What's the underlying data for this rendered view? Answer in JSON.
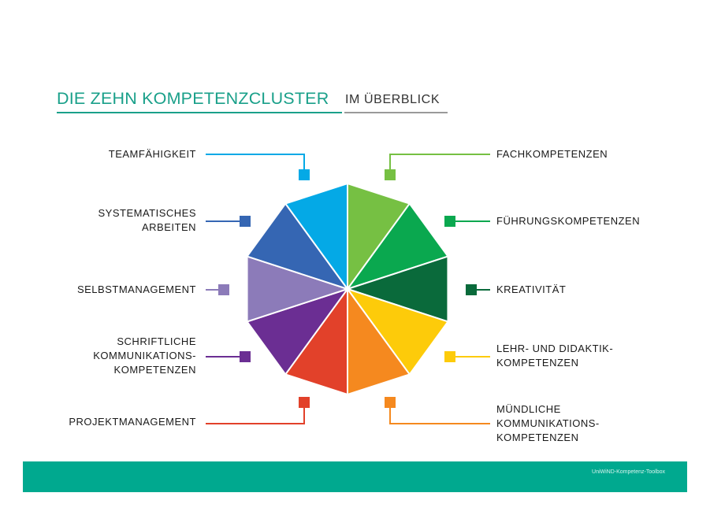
{
  "title": {
    "main": "DIE ZEHN KOMPETENZCLUSTER",
    "sub": "IM ÜBERBLICK"
  },
  "clusters": [
    {
      "lines": [
        "FACHKOMPETENZEN"
      ],
      "color": "#76c043"
    },
    {
      "lines": [
        "FÜHRUNGSKOMPETENZEN"
      ],
      "color": "#0aa84f"
    },
    {
      "lines": [
        "KREATIVITÄT"
      ],
      "color": "#0a6a3b"
    },
    {
      "lines": [
        "LEHR- UND DIDAKTIK-",
        "KOMPETENZEN"
      ],
      "color": "#fdcb0a"
    },
    {
      "lines": [
        "MÜNDLICHE",
        "KOMMUNIKATIONS-",
        "KOMPETENZEN"
      ],
      "color": "#f5891f"
    },
    {
      "lines": [
        "PROJEKTMANAGEMENT"
      ],
      "color": "#e2412a"
    },
    {
      "lines": [
        "SCHRIFTLICHE",
        "KOMMUNIKATIONS-",
        "KOMPETENZEN"
      ],
      "color": "#6b2e93"
    },
    {
      "lines": [
        "SELBSTMANAGEMENT"
      ],
      "color": "#8c7bb9"
    },
    {
      "lines": [
        "SYSTEMATISCHES",
        "ARBEITEN"
      ],
      "color": "#3566b3"
    },
    {
      "lines": [
        "TEAMFÄHIGKEIT"
      ],
      "color": "#04a9e6"
    }
  ],
  "footer": {
    "text": "UniWiND-Kompetenz-Toolbox",
    "color": "#00a98f"
  }
}
